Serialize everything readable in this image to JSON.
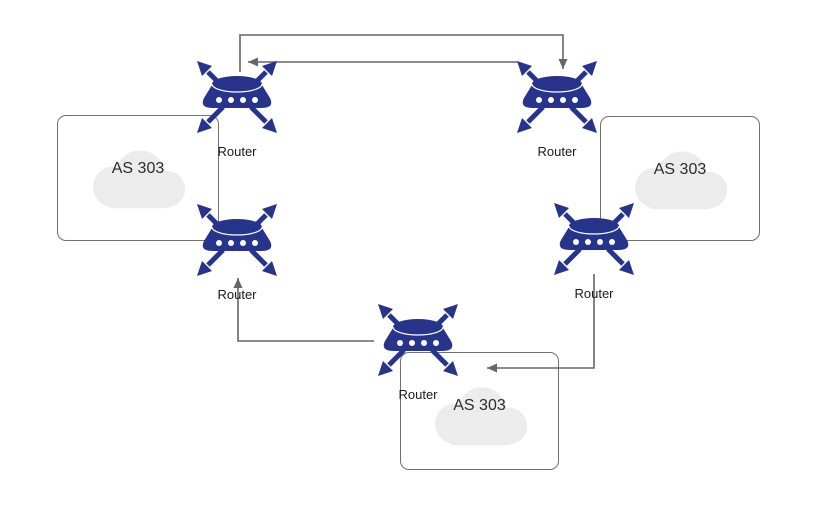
{
  "diagram": {
    "type": "network-topology",
    "background": "#ffffff",
    "colors": {
      "router_fill": "#27348b",
      "router_dots": "#ffffff",
      "cloud_fill": "#ececec",
      "connector": "#666666",
      "box_border": "#707070",
      "label_text": "#1a1a1a"
    },
    "routers": [
      {
        "id": "router-top-left",
        "label": "Router"
      },
      {
        "id": "router-top-right",
        "label": "Router"
      },
      {
        "id": "router-mid-left",
        "label": "Router"
      },
      {
        "id": "router-mid-right",
        "label": "Router"
      },
      {
        "id": "router-bottom",
        "label": "Router"
      }
    ],
    "as_clouds": [
      {
        "id": "as-cloud-left",
        "label": "AS 303"
      },
      {
        "id": "as-cloud-right",
        "label": "AS 303"
      },
      {
        "id": "as-cloud-bottom",
        "label": "AS 303"
      }
    ],
    "connections": [
      {
        "from": "router-top-left",
        "to": "router-top-right",
        "arrow_at": "top-right-router-top"
      },
      {
        "from": "router-top-right",
        "to": "router-top-left",
        "arrow_at": "top-left-router-right"
      },
      {
        "from": "router-bottom",
        "to": "router-mid-left",
        "arrow_at": "mid-left-router-bottom"
      },
      {
        "from": "router-mid-right",
        "to": "router-bottom",
        "arrow_at": "bottom-router-right"
      }
    ]
  }
}
